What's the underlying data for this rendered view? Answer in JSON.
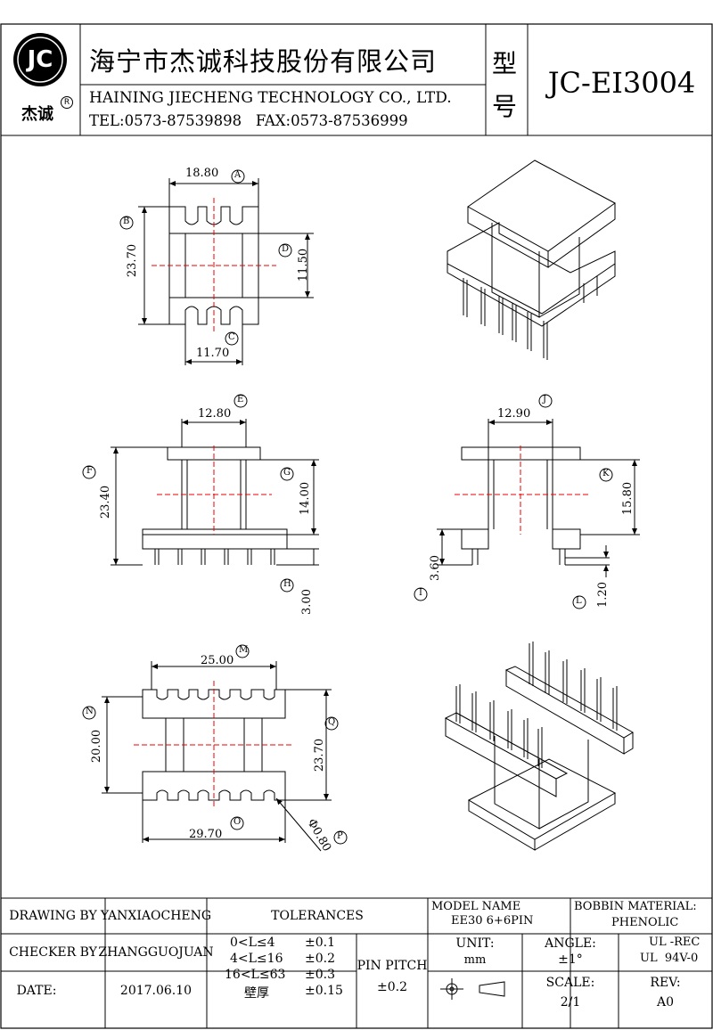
{
  "header": {
    "logo_text": "JC",
    "logo_brand": "杰诚",
    "logo_registered": "R",
    "company_cn": "海宁市杰诚科技股份有限公司",
    "company_en": "HAINING JIECHENG TECHNOLOGY CO., LTD.",
    "contact": "TEL:0573-87539898   FAX:0573-87536999",
    "model_label_1": "型",
    "model_label_2": "号",
    "model_no": "JC-EI3004"
  },
  "drawing": {
    "top_view": {
      "width": "18.80",
      "height": "23.70",
      "inner_height": "11.50",
      "bottom": "11.70",
      "tag_width": "A",
      "tag_height": "B",
      "tag_bottom": "C",
      "tag_inner": "D"
    },
    "front_view": {
      "top": "12.80",
      "height": "23.40",
      "inner": "14.00",
      "pin": "3.00",
      "tag_top": "E",
      "tag_height": "F",
      "tag_inner": "G",
      "tag_pin": "H"
    },
    "side_view": {
      "top": "12.90",
      "inner": "15.80",
      "pin_len": "3.60",
      "offset": "1.20",
      "tag_top": "J",
      "tag_inner": "K",
      "tag_pin": "I",
      "tag_offset": "L"
    },
    "bottom_view": {
      "top": "25.00",
      "left": "20.00",
      "right": "23.70",
      "bottom": "29.70",
      "hole": "Φ0.80",
      "tag_top": "M",
      "tag_left": "N",
      "tag_bottom": "O",
      "tag_hole": "P",
      "tag_right": "Q"
    }
  },
  "title_block": {
    "drawing_by_label": "DRAWING BY",
    "drawing_by_value": "YANXIAOCHENG",
    "checker_by_label": "CHECKER BY",
    "checker_by_value": "ZHANGGUOJUAN",
    "date_label": "DATE:",
    "date_value": "2017.06.10",
    "tolerances_label": "TOLERANCES",
    "tol_rows": [
      {
        "range": "0<L≤4",
        "value": "±0.1"
      },
      {
        "range": "4<L≤16",
        "value": "±0.2"
      },
      {
        "range": "16<L≤63",
        "value": "±0.3"
      },
      {
        "range": "壁厚",
        "value": "±0.15"
      }
    ],
    "pin_pitch_label": "PIN PITCH",
    "pin_pitch_value": "±0.2",
    "model_name_label": "MODEL NAME",
    "model_name_value": "EE30 6+6PIN",
    "bobbin_material_label": "BOBBIN MATERIAL:",
    "bobbin_material_value": "PHENOLIC",
    "unit_label": "UNIT:",
    "unit_value": "mm",
    "angle_label": "ANGLE:",
    "angle_value": "±1°",
    "ul_line1": "UL -REC",
    "ul_line2": "UL  94V-0",
    "scale_label": "SCALE:",
    "scale_value": "2/1",
    "rev_label": "REV:",
    "rev_value": "A0"
  }
}
